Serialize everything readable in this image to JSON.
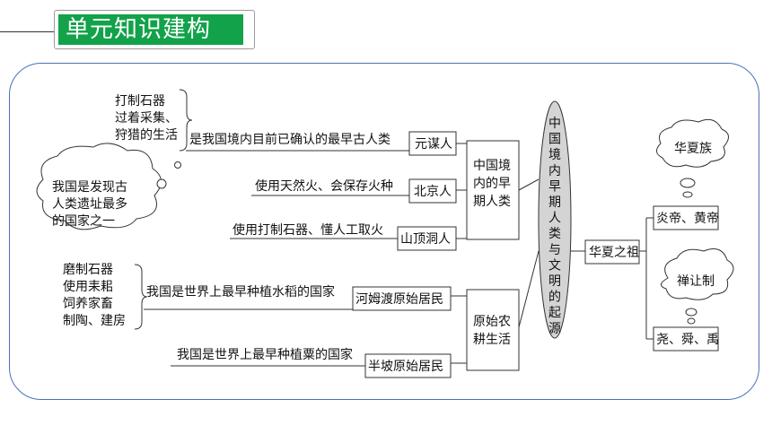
{
  "title": "单元知识建构",
  "diagram": {
    "center": "中国境内早期人类与文明的起源",
    "left": {
      "early_humans_group": "中国境内的早期人类",
      "yuanmou": {
        "name": "元谋人",
        "desc": "是我国境内目前已确认的最早古人类",
        "note": [
          "打制石器",
          "过着采集、",
          "狩猎的生活"
        ]
      },
      "beijing": {
        "name": "北京人",
        "desc": "使用天然火、会保存火种"
      },
      "shanding": {
        "name": "山顶洞人",
        "desc": "使用打制石器、懂人工取火"
      },
      "cloud_note": [
        "我国是发现古",
        "人类遗址最多",
        "的国家之一"
      ],
      "farming_group": "原始农耕生活",
      "hemudu": {
        "name": "河姆渡原始居民",
        "desc": "我国是世界上最早种植水稻的国家"
      },
      "banpo": {
        "name": "半坡原始居民",
        "desc": "我国是世界上最早种植粟的国家"
      },
      "farming_note": [
        "磨制石器",
        "使用耒耜",
        "饲养家畜",
        "制陶、建房"
      ]
    },
    "right": {
      "ancestors": "华夏之祖",
      "huaxia_cloud": "华夏族",
      "yan_huang": "炎帝、黄帝",
      "shanrang_cloud": "禅让制",
      "yao_shun_yu": "尧、舜、禹"
    }
  }
}
